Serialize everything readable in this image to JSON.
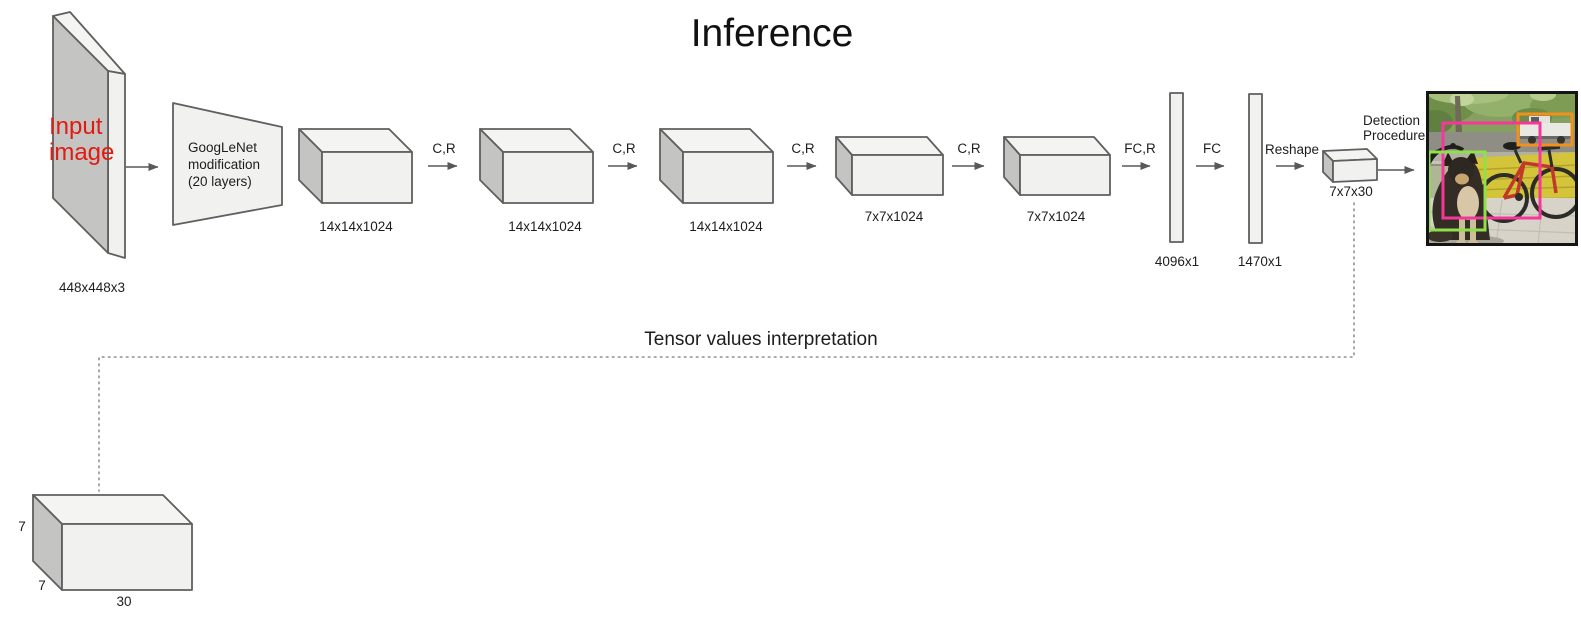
{
  "title": "Inference",
  "input_image": {
    "label_line1": "Input",
    "label_line2": "image",
    "dims": "448x448x3"
  },
  "backbone": {
    "line1": "GoogLeNet",
    "line2": "modification",
    "line3": "(20 layers)"
  },
  "conv_boxes": [
    {
      "dims": "14x14x1024"
    },
    {
      "dims": "14x14x1024"
    },
    {
      "dims": "14x14x1024"
    },
    {
      "dims": "7x7x1024"
    },
    {
      "dims": "7x7x1024"
    }
  ],
  "arrows": [
    {
      "label": "C,R"
    },
    {
      "label": "C,R"
    },
    {
      "label": "C,R"
    },
    {
      "label": "C,R"
    },
    {
      "label": "FC,R"
    },
    {
      "label": "FC"
    },
    {
      "label": "Reshape"
    }
  ],
  "fc_bars": [
    {
      "dims": "4096x1"
    },
    {
      "dims": "1470x1"
    }
  ],
  "output_tensor": {
    "dims": "7x7x30"
  },
  "detection": {
    "line1": "Detection",
    "line2": "Procedure"
  },
  "interpretation": {
    "caption": "Tensor values interpretation",
    "grid_h": "7",
    "grid_w": "7",
    "depth": "30"
  },
  "colors": {
    "input_text_red": "#e11b12",
    "shape_fill": "#f1f1ef",
    "shape_side": "#c4c4c2",
    "shape_stroke": "#5f5f5f",
    "bbox_magenta": "#f5379b",
    "bbox_green": "#8fe04b",
    "bbox_orange": "#f38f1d"
  }
}
